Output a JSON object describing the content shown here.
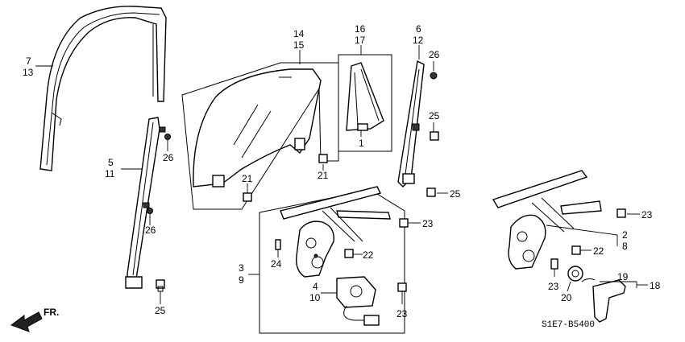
{
  "callouts": [
    {
      "id": "c7",
      "text": "7"
    },
    {
      "id": "c13",
      "text": "13"
    },
    {
      "id": "c5",
      "text": "5"
    },
    {
      "id": "c11",
      "text": "11"
    },
    {
      "id": "c26a",
      "text": "26"
    },
    {
      "id": "c26b",
      "text": "26"
    },
    {
      "id": "c25a",
      "text": "25"
    },
    {
      "id": "c14",
      "text": "14"
    },
    {
      "id": "c15",
      "text": "15"
    },
    {
      "id": "c21a",
      "text": "21"
    },
    {
      "id": "c21b",
      "text": "21"
    },
    {
      "id": "c16",
      "text": "16"
    },
    {
      "id": "c17",
      "text": "17"
    },
    {
      "id": "c1",
      "text": "1"
    },
    {
      "id": "c6",
      "text": "6"
    },
    {
      "id": "c12",
      "text": "12"
    },
    {
      "id": "c26c",
      "text": "26"
    },
    {
      "id": "c25b",
      "text": "25"
    },
    {
      "id": "c25c",
      "text": "25"
    },
    {
      "id": "c3",
      "text": "3"
    },
    {
      "id": "c9",
      "text": "9"
    },
    {
      "id": "c24",
      "text": "24"
    },
    {
      "id": "c22a",
      "text": "22"
    },
    {
      "id": "c23a",
      "text": "23"
    },
    {
      "id": "c4",
      "text": "4"
    },
    {
      "id": "c10",
      "text": "10"
    },
    {
      "id": "c23b",
      "text": "23"
    },
    {
      "id": "c23c",
      "text": "23"
    },
    {
      "id": "c2",
      "text": "2"
    },
    {
      "id": "c8",
      "text": "8"
    },
    {
      "id": "c22b",
      "text": "22"
    },
    {
      "id": "c23d",
      "text": "23"
    },
    {
      "id": "c20",
      "text": "20"
    },
    {
      "id": "c19",
      "text": "19"
    },
    {
      "id": "c18",
      "text": "18"
    }
  ],
  "direction_label": "FR.",
  "diagram_code": "S1E7-B5400"
}
